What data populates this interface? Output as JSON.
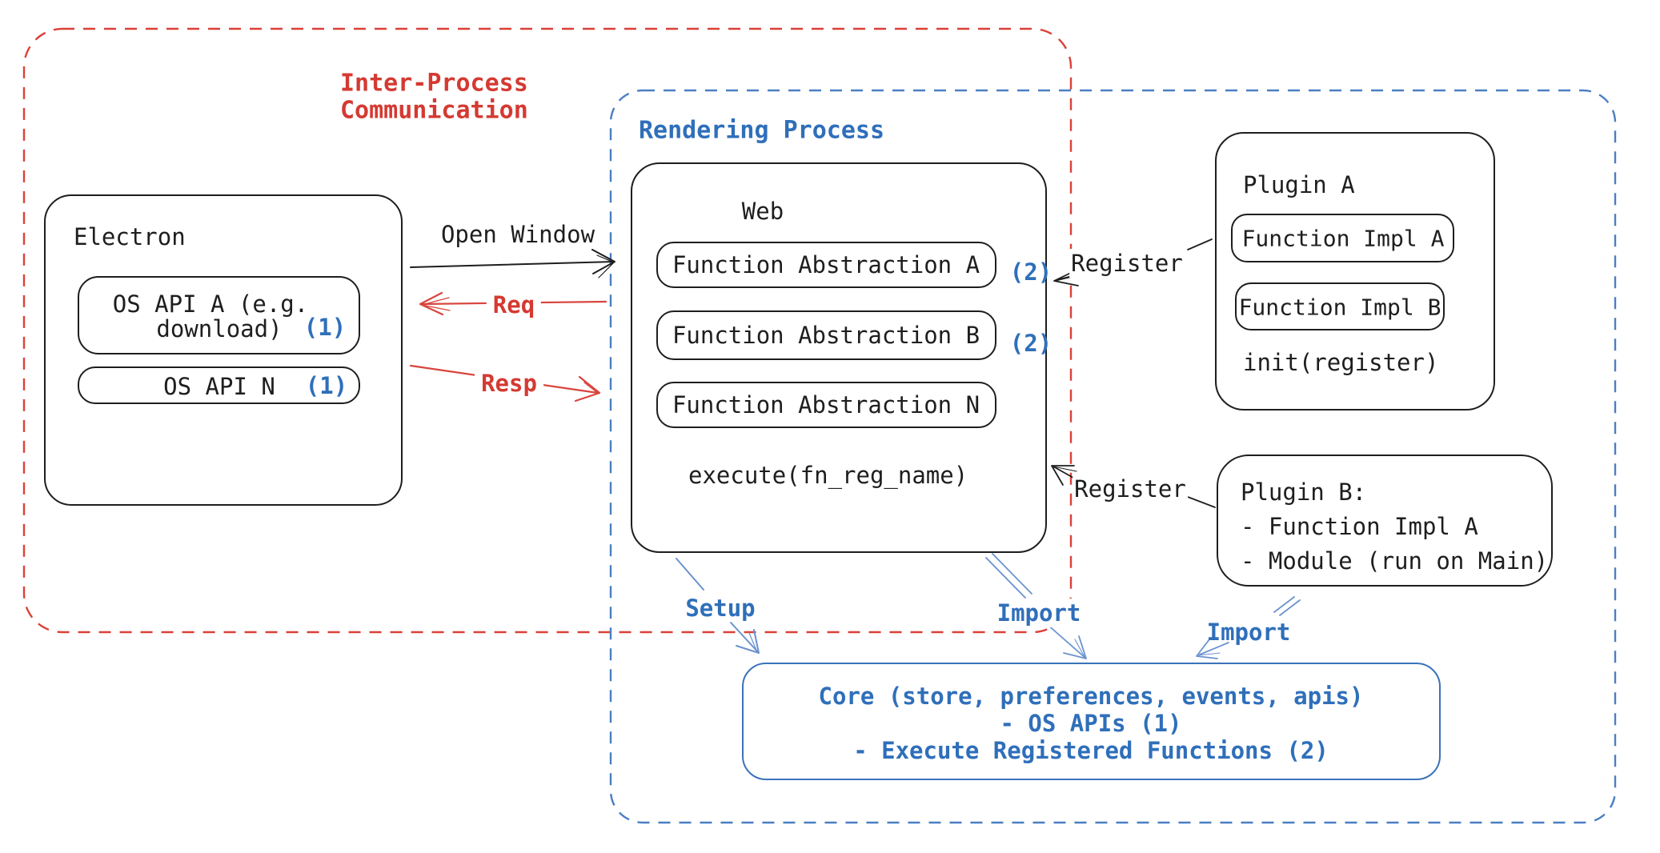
{
  "colors": {
    "ink": "#1e1e1e",
    "red": "#d43a32",
    "blue": "#2f6fba",
    "dashed_blue": "#4a7ec2",
    "arrow_blue": "#6a92cf"
  },
  "ipc_region": {
    "label_line1": "Inter-Process",
    "label_line2": "Communication"
  },
  "rendering_region": {
    "label": "Rendering Process"
  },
  "electron": {
    "title": "Electron",
    "api_a_line1": "OS API A (e.g.",
    "api_a_line2": "download)",
    "api_a_badge": "(1)",
    "api_n_label": "OS API N",
    "api_n_badge": "(1)"
  },
  "web": {
    "title": "Web",
    "fn_a": "Function Abstraction A",
    "fn_a_badge": "(2)",
    "fn_b": "Function Abstraction B",
    "fn_b_badge": "(2)",
    "fn_n": "Function Abstraction N",
    "execute": "execute(fn_reg_name)"
  },
  "plugin_a": {
    "title": "Plugin A",
    "impl_a": "Function Impl A",
    "impl_b": "Function Impl B",
    "init": "init(register)"
  },
  "plugin_b": {
    "title": "Plugin B:",
    "item1": "- Function Impl A",
    "item2": "- Module (run on Main)"
  },
  "core": {
    "line1": "Core (store, preferences, events, apis)",
    "line2": "- OS APIs (1)",
    "line3": "- Execute Registered Functions (2)"
  },
  "labels": {
    "open_window": "Open Window",
    "req": "Req",
    "resp": "Resp",
    "register_top": "Register",
    "register_bottom": "Register",
    "setup": "Setup",
    "import_web": "Import",
    "import_plugin": "Import"
  }
}
